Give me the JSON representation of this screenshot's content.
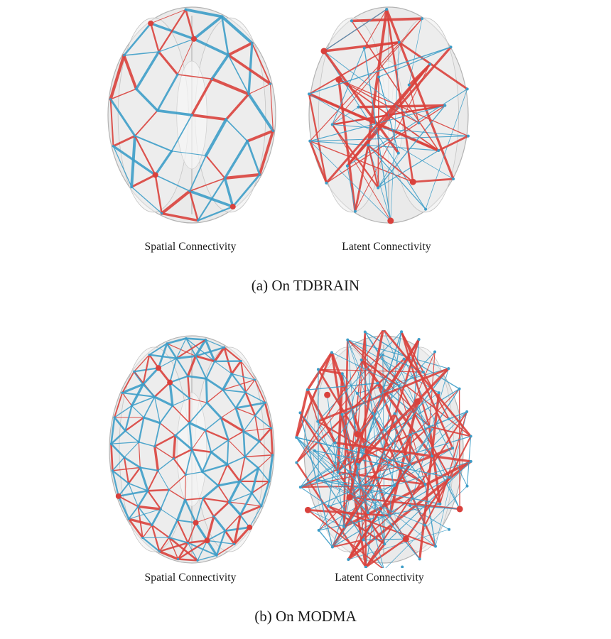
{
  "figure": {
    "subfigures": [
      {
        "caption": "(a)  On TDBRAIN",
        "panels": [
          {
            "label": "Spatial Connectivity"
          },
          {
            "label": "Latent Connectivity"
          }
        ]
      },
      {
        "caption": "(b)  On MODMA",
        "panels": [
          {
            "label": "Spatial Connectivity"
          },
          {
            "label": "Latent Connectivity"
          }
        ]
      }
    ],
    "colors": {
      "edge_positive": "#d9413c",
      "edge_negative": "#3d9dc8",
      "brain_fill": "#d9d9d9",
      "brain_outline": "#b3b3b3"
    }
  }
}
